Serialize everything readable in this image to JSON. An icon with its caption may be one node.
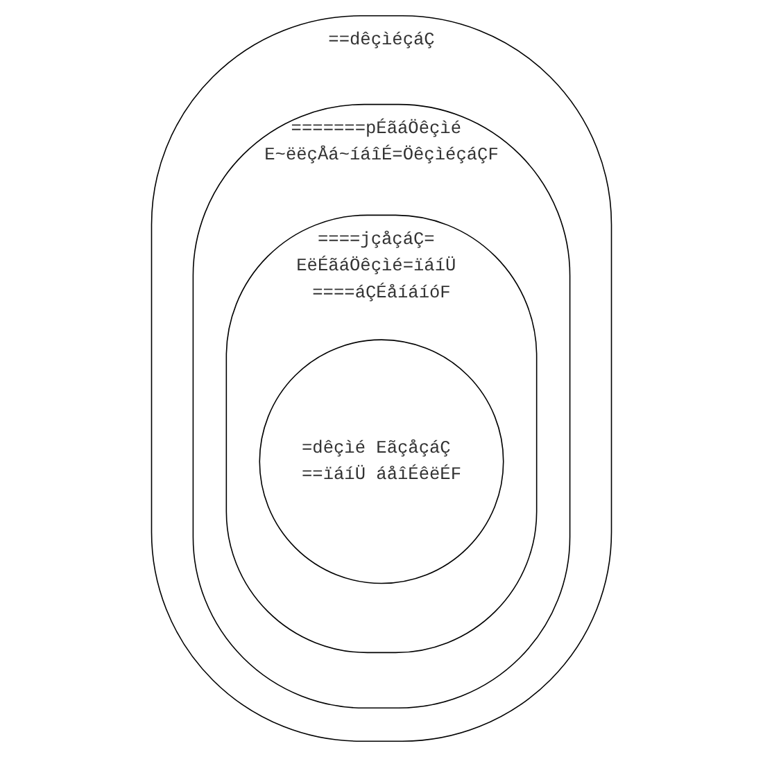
{
  "diagram": {
    "nodes": [
      {
        "text": [
          "==dêçìéçáÇ"
        ]
      },
      {
        "text": [
          "=======pÉãáÖêçìé E~ëëçÅá~íáîÉ=ÖêçìéçáÇF"
        ],
        "in": 0
      },
      {
        "text": [
          "====jçåçáÇ= EëÉãáÖêçìé=ïáíÜ ====áÇÉåíáíóF"
        ],
        "in": 1
      },
      {
        "text": [
          "=dêçìé EãçåçáÇ ==ïáíÜ áåîÉêëÉF"
        ],
        "in": 2
      }
    ]
  }
}
